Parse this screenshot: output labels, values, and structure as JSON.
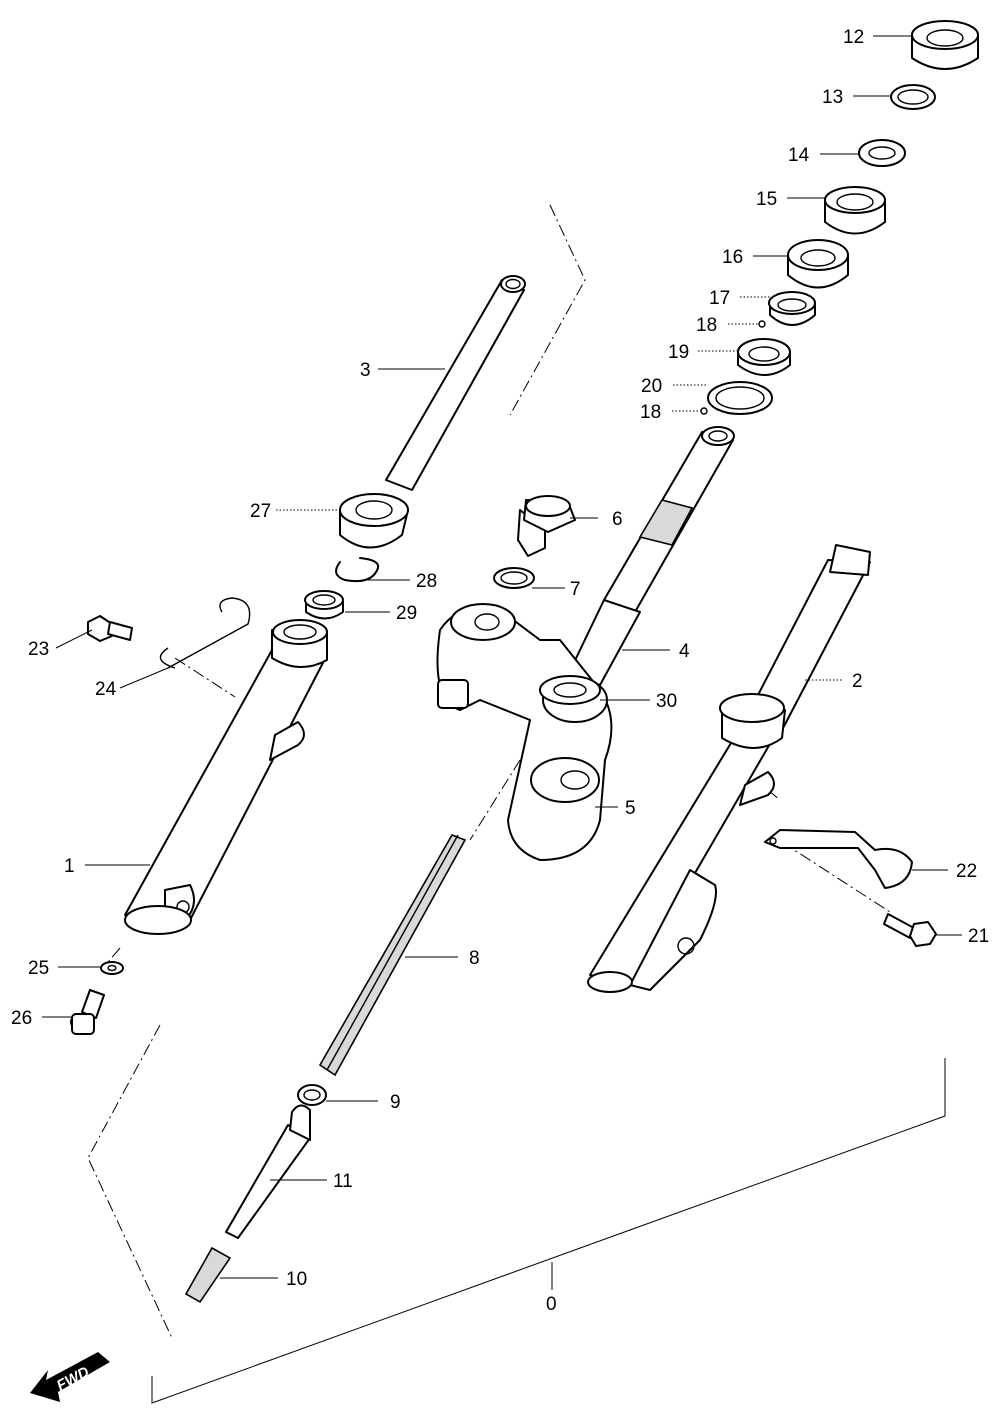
{
  "diagram": {
    "callouts": [
      "0",
      "1",
      "2",
      "3",
      "4",
      "5",
      "6",
      "7",
      "8",
      "9",
      "10",
      "11",
      "12",
      "13",
      "14",
      "15",
      "16",
      "17",
      "18",
      "18",
      "19",
      "20",
      "21",
      "22",
      "23",
      "24",
      "25",
      "26",
      "27",
      "28",
      "29",
      "30"
    ],
    "direction_badge": "FWD",
    "colors": {
      "line": "#000000",
      "background": "#ffffff",
      "shade": "#d9d9d9"
    }
  }
}
